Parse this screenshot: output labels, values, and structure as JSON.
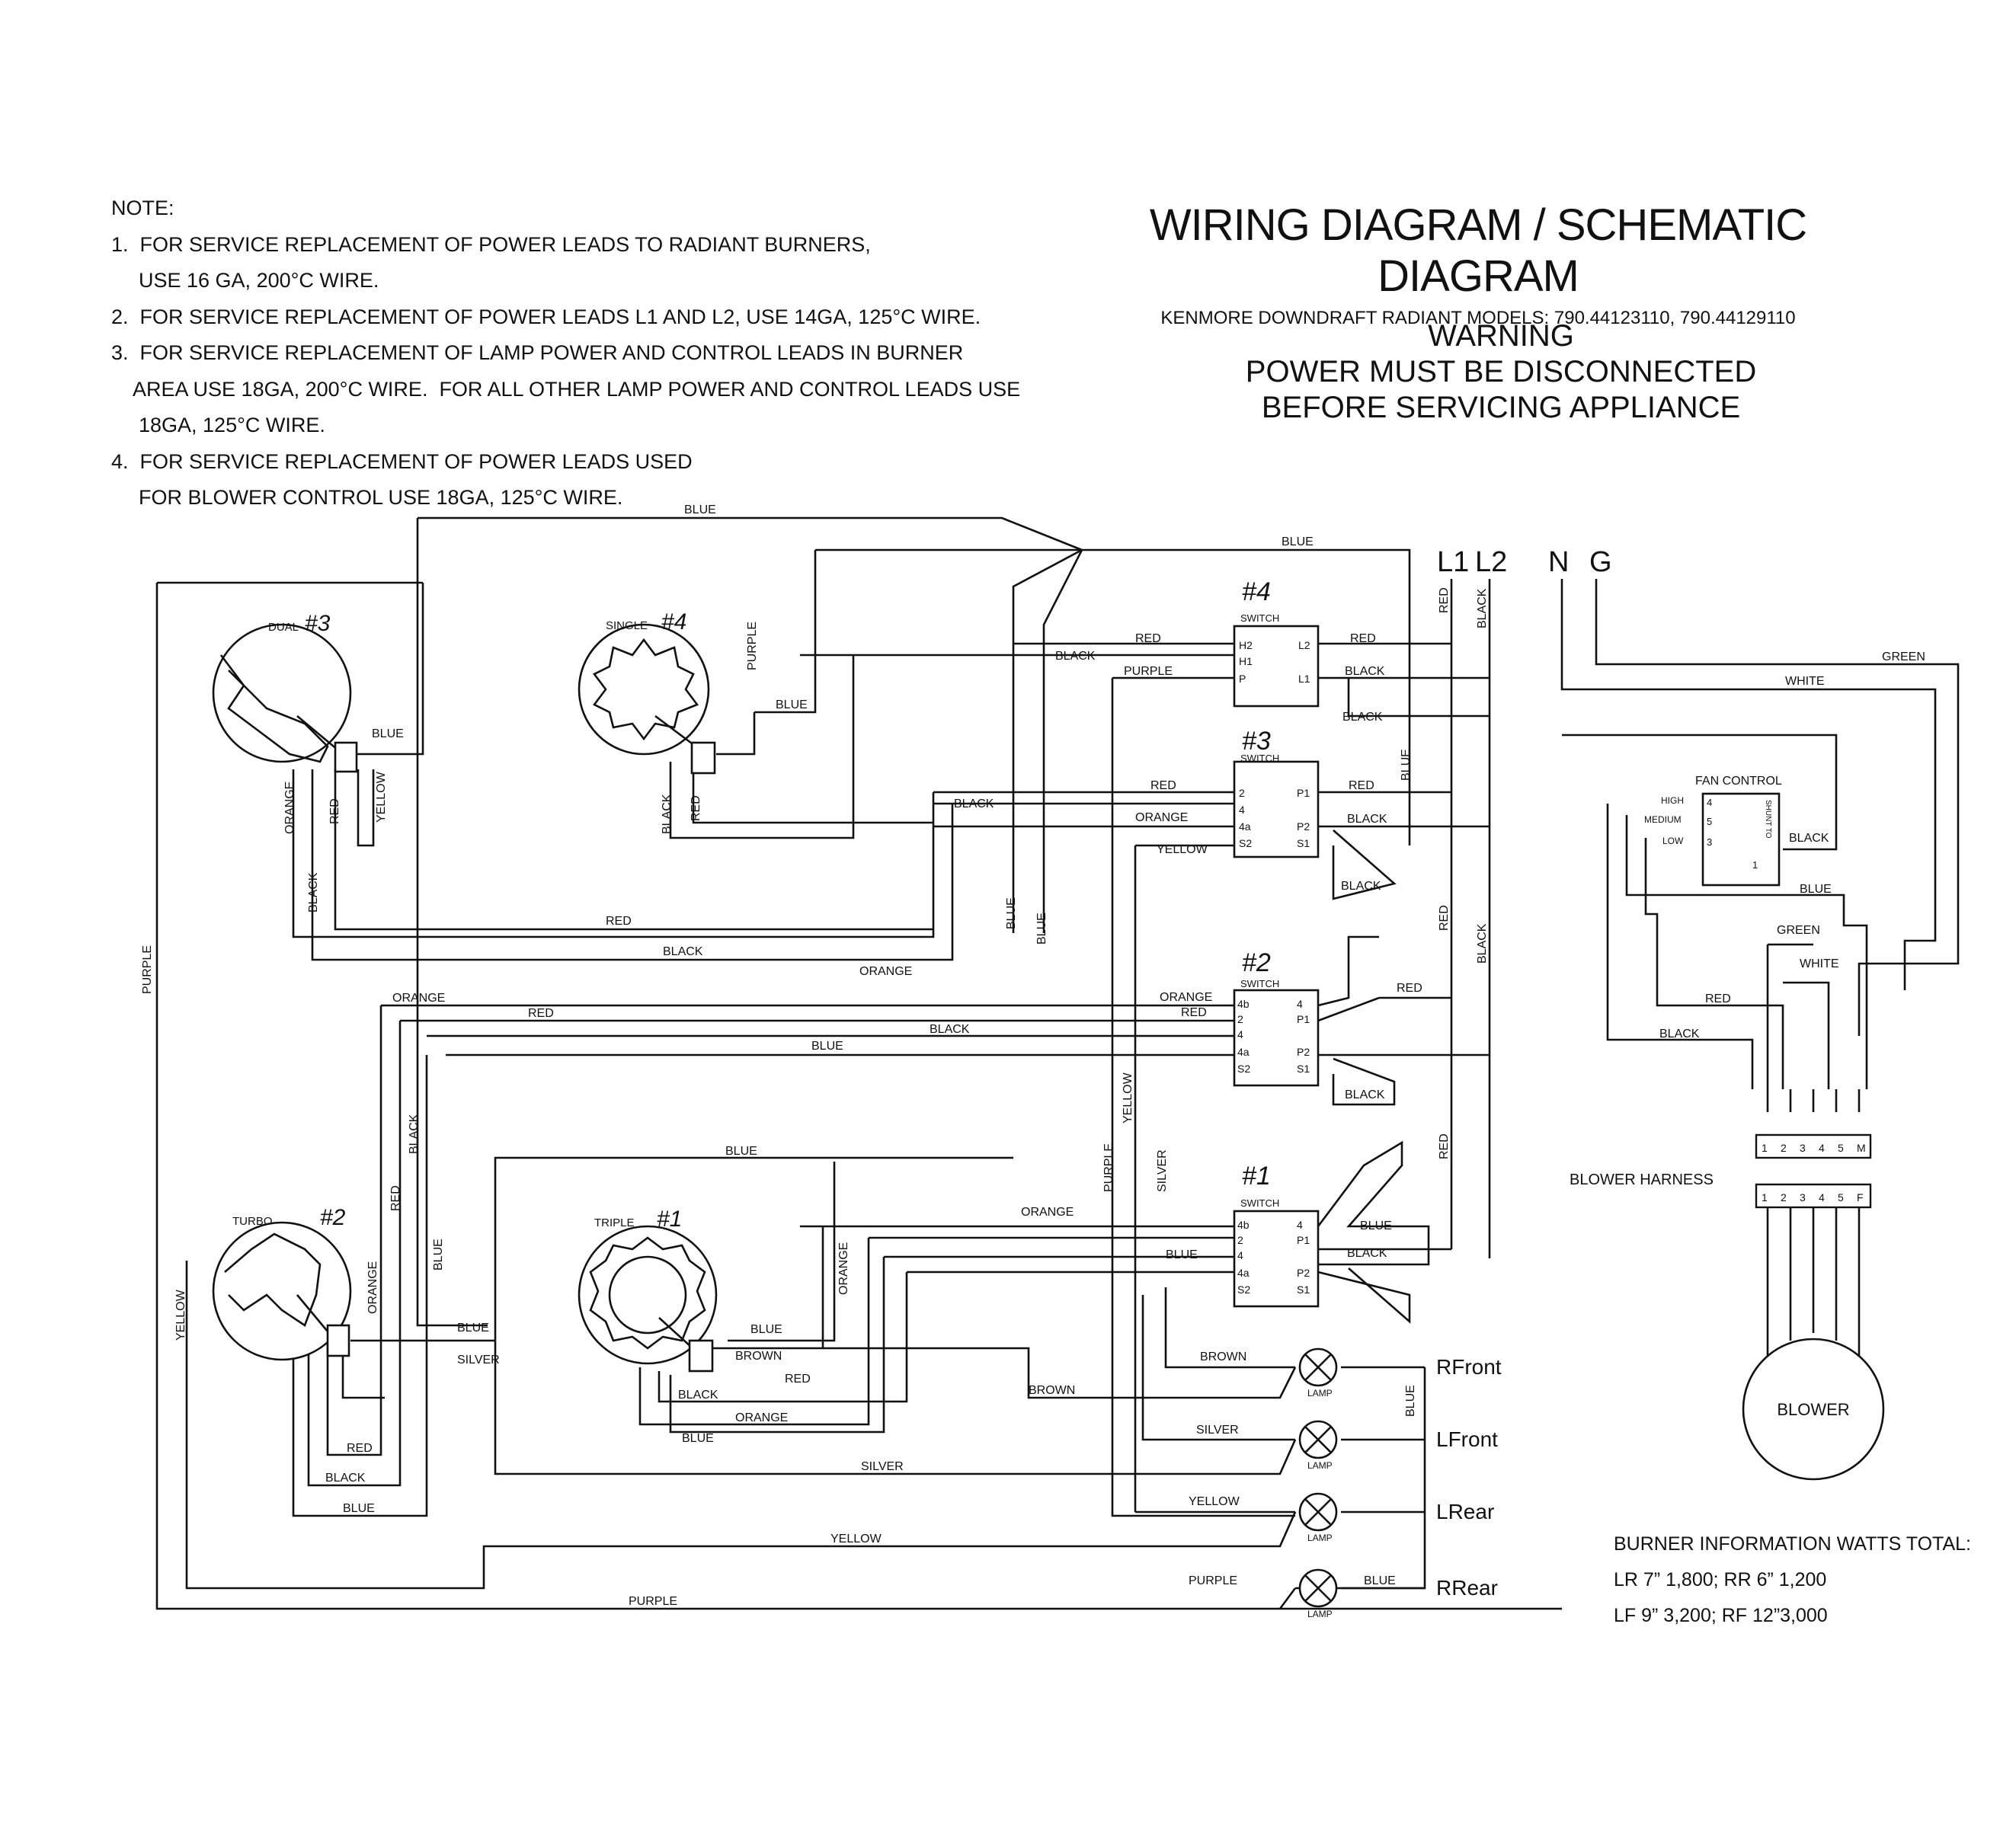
{
  "notes": {
    "heading": "NOTE:",
    "lines": [
      "1.  FOR SERVICE REPLACEMENT OF POWER LEADS TO RADIANT BURNERS,",
      "USE 16 GA, 200°C WIRE.",
      "2.  FOR SERVICE REPLACEMENT OF POWER LEADS L1 AND L2, USE 14GA, 125°C WIRE.",
      "3.  FOR SERVICE REPLACEMENT OF LAMP POWER AND CONTROL LEADS IN BURNER",
      "AREA USE 18GA, 200°C WIRE.  FOR ALL OTHER LAMP POWER AND CONTROL LEADS USE",
      "18GA, 125°C WIRE.",
      "4.  FOR SERVICE REPLACEMENT OF POWER LEADS USED",
      "FOR BLOWER CONTROL USE 18GA, 125°C WIRE."
    ]
  },
  "header": {
    "title": "WIRING DIAGRAM / SCHEMATIC DIAGRAM",
    "subtitle": "KENMORE DOWNDRAFT RADIANT MODELS:  790.44123110, 790.44129110"
  },
  "warning": [
    "WARNING",
    "POWER MUST BE DISCONNECTED",
    "BEFORE SERVICING APPLIANCE"
  ],
  "terminals": {
    "l1": "L1",
    "l2": "L2",
    "n": "N",
    "g": "G"
  },
  "burners": [
    {
      "type": "DUAL",
      "num": "#3"
    },
    {
      "type": "SINGLE",
      "num": "#4"
    },
    {
      "type": "TURBO",
      "num": "#2"
    },
    {
      "type": "TRIPLE",
      "num": "#1"
    }
  ],
  "switches": [
    {
      "num": "#4",
      "label": "SWITCH",
      "left": [
        "H2",
        "H1",
        "P"
      ],
      "right": [
        "L2",
        "L1"
      ]
    },
    {
      "num": "#3",
      "label": "SWITCH",
      "left": [
        "2",
        "4",
        "4a",
        "S2"
      ],
      "right": [
        "P1",
        "P2",
        "S1"
      ]
    },
    {
      "num": "#2",
      "label": "SWITCH",
      "left": [
        "4b",
        "2",
        "4",
        "4a",
        "S2"
      ],
      "right": [
        "4",
        "P1",
        "P2",
        "S1"
      ]
    },
    {
      "num": "#1",
      "label": "SWITCH",
      "left": [
        "4b",
        "2",
        "4",
        "4a",
        "S2"
      ],
      "right": [
        "4",
        "P1",
        "P2",
        "S1"
      ]
    }
  ],
  "lamps": {
    "label": "LAMP",
    "names": [
      "RFront",
      "LFront",
      "LRear",
      "RRear"
    ]
  },
  "fan_control": {
    "title": "FAN CONTROL",
    "levels": [
      "HIGH",
      "MEDIUM",
      "LOW"
    ],
    "pins": [
      "4",
      "5",
      "3",
      "1"
    ],
    "shunt": "SHUNT TO"
  },
  "blower_harness": {
    "label": "BLOWER HARNESS",
    "top_pins": [
      "1",
      "2",
      "3",
      "4",
      "5",
      "M"
    ],
    "bottom_pins": [
      "1",
      "2",
      "3",
      "4",
      "5",
      "F"
    ]
  },
  "blower": {
    "label": "BLOWER"
  },
  "wire_labels": {
    "blue": "BLUE",
    "black": "BLACK",
    "red": "RED",
    "purple": "PURPLE",
    "orange": "ORANGE",
    "yellow": "YELLOW",
    "silver": "SILVER",
    "brown": "BROWN",
    "green": "GREEN",
    "white": "WHITE"
  },
  "burner_info": {
    "title": "BURNER INFORMATION WATTS TOTAL:",
    "line1": "LR 7”  1,800;  RR 6”  1,200",
    "line2": "LF 9”   3,200;  RF 12”3,000"
  }
}
